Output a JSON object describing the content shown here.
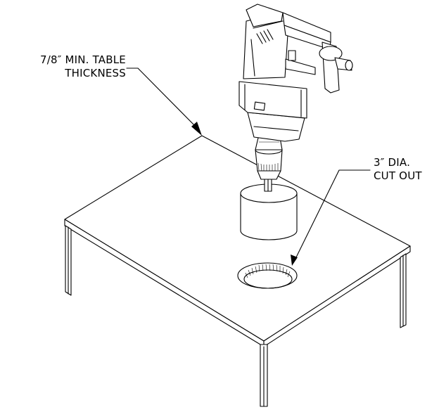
{
  "callouts": {
    "thickness": {
      "line1": "7/8″ MIN. TABLE",
      "line2": "THICKNESS"
    },
    "cutout": {
      "line1": "3″ DIA.",
      "line2": "CUT OUT"
    }
  },
  "parts": [
    "table",
    "table-legs",
    "drill-motor",
    "drill-chuck",
    "hole-saw",
    "cut-out-hole"
  ],
  "colors": {
    "line": "#000000",
    "background": "#ffffff"
  }
}
